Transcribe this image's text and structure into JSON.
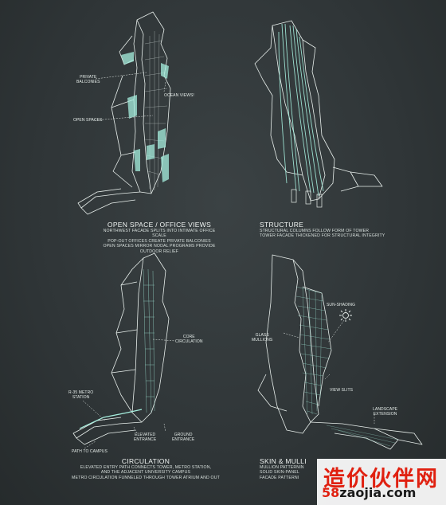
{
  "colors": {
    "line": "#e8efec",
    "accent": "#a6f0df",
    "watermark_red": "#e02010"
  },
  "panels": {
    "open_space": {
      "title": "OPEN SPACE / OFFICE VIEWS",
      "lines": [
        "NORTHWEST FACADE SPLITS INTO INTIMATE OFFICE SCALE",
        "POP-OUT OFFICES CREATE PRIVATE BALCONIES",
        "OPEN SPACES MIRROR NODAL PROGRAMS PROVIDE OUTDOOR RELIEF"
      ],
      "labels": {
        "private_balconies": "PRIVATE\nBALCONIES",
        "ocean_views": "OCEAN VIEWS!",
        "open_spaces": "OPEN SPACES"
      }
    },
    "structure": {
      "title": "STRUCTURE",
      "lines": [
        "STRUCTURAL COLUMNS FOLLOW FORM OF TOWER",
        "TOWER FACADE THICKENED FOR STRUCTURAL INTEGRITY"
      ]
    },
    "circulation": {
      "title": "CIRCULATION",
      "lines": [
        "ELEVATED ENTRY PATH CONNECTS TOWER, METRO STATION,",
        "AND THE ADJACENT UNIVERSITY CAMPUS",
        "METRO CIRCULATION FUNNELED THROUGH TOWER ATRIUM AND OUT"
      ],
      "labels": {
        "core_circulation": "CORE\nCIRCULATION",
        "metro_station": "R-35 METRO\nSTATION",
        "elevated_entrance": "ELEVATED\nENTRANCE",
        "ground_entrance": "GROUND\nENTRANCE",
        "path_to_campus": "PATH TO CAMPUS"
      }
    },
    "skin": {
      "title": "SKIN & MULLI",
      "lines": [
        "MULLION PATTERNIN",
        "SOLID SKIN-PANEL",
        "FACADE PATTERNI"
      ],
      "labels": {
        "sun_shading": "SUN-SHADING",
        "glass_mullions": "GLASS\nMULLIONS",
        "view_slits": "VIEW SLITS",
        "landscape_extension": "LANDSCAPE\nEXTENSION"
      }
    }
  },
  "watermark": {
    "brand": "造价伙伴网",
    "url_prefix": "58",
    "url_rest": "zaojia.com"
  }
}
